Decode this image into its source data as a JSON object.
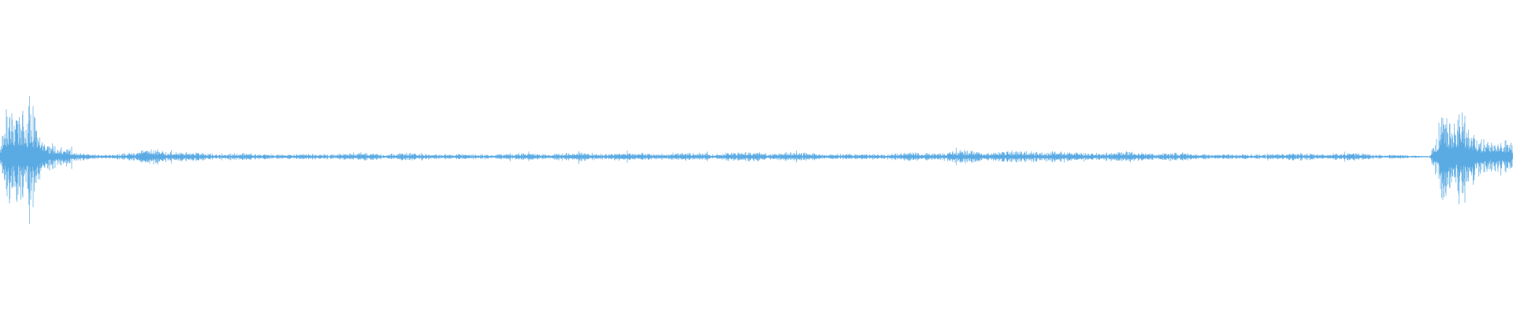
{
  "waveform": {
    "color": "#5aaae3",
    "background": "#ffffff",
    "envelope_keys": [
      {
        "pos": 0.0,
        "amp": 0.22
      },
      {
        "pos": 0.004,
        "amp": 0.58
      },
      {
        "pos": 0.012,
        "amp": 0.4
      },
      {
        "pos": 0.022,
        "amp": 0.46
      },
      {
        "pos": 0.03,
        "amp": 0.2
      },
      {
        "pos": 0.04,
        "amp": 0.16
      },
      {
        "pos": 0.05,
        "amp": 0.06
      },
      {
        "pos": 0.07,
        "amp": 0.03
      },
      {
        "pos": 0.09,
        "amp": 0.05
      },
      {
        "pos": 0.105,
        "amp": 0.09
      },
      {
        "pos": 0.12,
        "amp": 0.04
      },
      {
        "pos": 0.2,
        "amp": 0.035
      },
      {
        "pos": 0.3,
        "amp": 0.035
      },
      {
        "pos": 0.45,
        "amp": 0.045
      },
      {
        "pos": 0.6,
        "amp": 0.04
      },
      {
        "pos": 0.68,
        "amp": 0.075
      },
      {
        "pos": 0.7,
        "amp": 0.08
      },
      {
        "pos": 0.72,
        "amp": 0.05
      },
      {
        "pos": 0.8,
        "amp": 0.035
      },
      {
        "pos": 0.9,
        "amp": 0.035
      },
      {
        "pos": 0.945,
        "amp": 0.012
      },
      {
        "pos": 0.95,
        "amp": 0.35
      },
      {
        "pos": 0.953,
        "amp": 0.82
      },
      {
        "pos": 0.96,
        "amp": 0.42
      },
      {
        "pos": 0.967,
        "amp": 0.52
      },
      {
        "pos": 0.975,
        "amp": 0.28
      },
      {
        "pos": 0.985,
        "amp": 0.22
      },
      {
        "pos": 1.0,
        "amp": 0.12
      }
    ]
  }
}
